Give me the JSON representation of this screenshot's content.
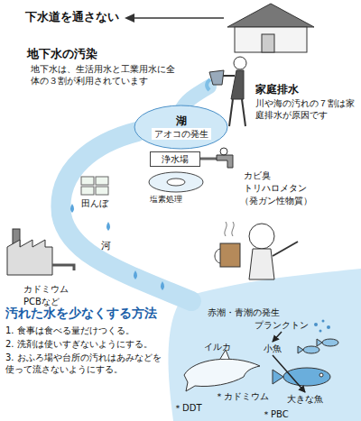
{
  "diagram": {
    "nodes": [
      {
        "text": [
          "湖",
          "アオコの発生"
        ]
      },
      {
        "text": [
          "浄水場"
        ]
      },
      {
        "text": [
          "プランクトン"
        ]
      },
      {
        "text": [
          "小魚"
        ]
      },
      {
        "text": [
          "大きな魚"
        ]
      },
      {
        "text": [
          "汚れた水を少なくする方法",
          "1. 食事は食べる量だけつくる。",
          "2. 洗剤は使いすぎないようにする。",
          "3. おふろ場や台所の汚れはあみなどを使って流さないようにする。"
        ]
      }
    ],
    "edges": [
      {
        "from": 2,
        "to": 3,
        "arrow": "to"
      },
      {
        "from": 3,
        "to": 4,
        "arrow": "to"
      }
    ],
    "labels": [
      "下水道を通さない",
      "地下水の汚染",
      "地下水は、生活用水と工業用水に全体の３割が利用されています",
      "家庭排水",
      "川や海の汚れの７割は家庭排水が原因です",
      "塩素処理",
      "カビ臭",
      "トリハロメタン",
      "（発ガン性物質）",
      "田んぼ",
      "河",
      "カドミウム",
      "PCBなど",
      "赤潮・青潮の発生",
      "イルカ",
      "＊DDT",
      "＊カドミウム",
      "＊PBC"
    ]
  }
}
